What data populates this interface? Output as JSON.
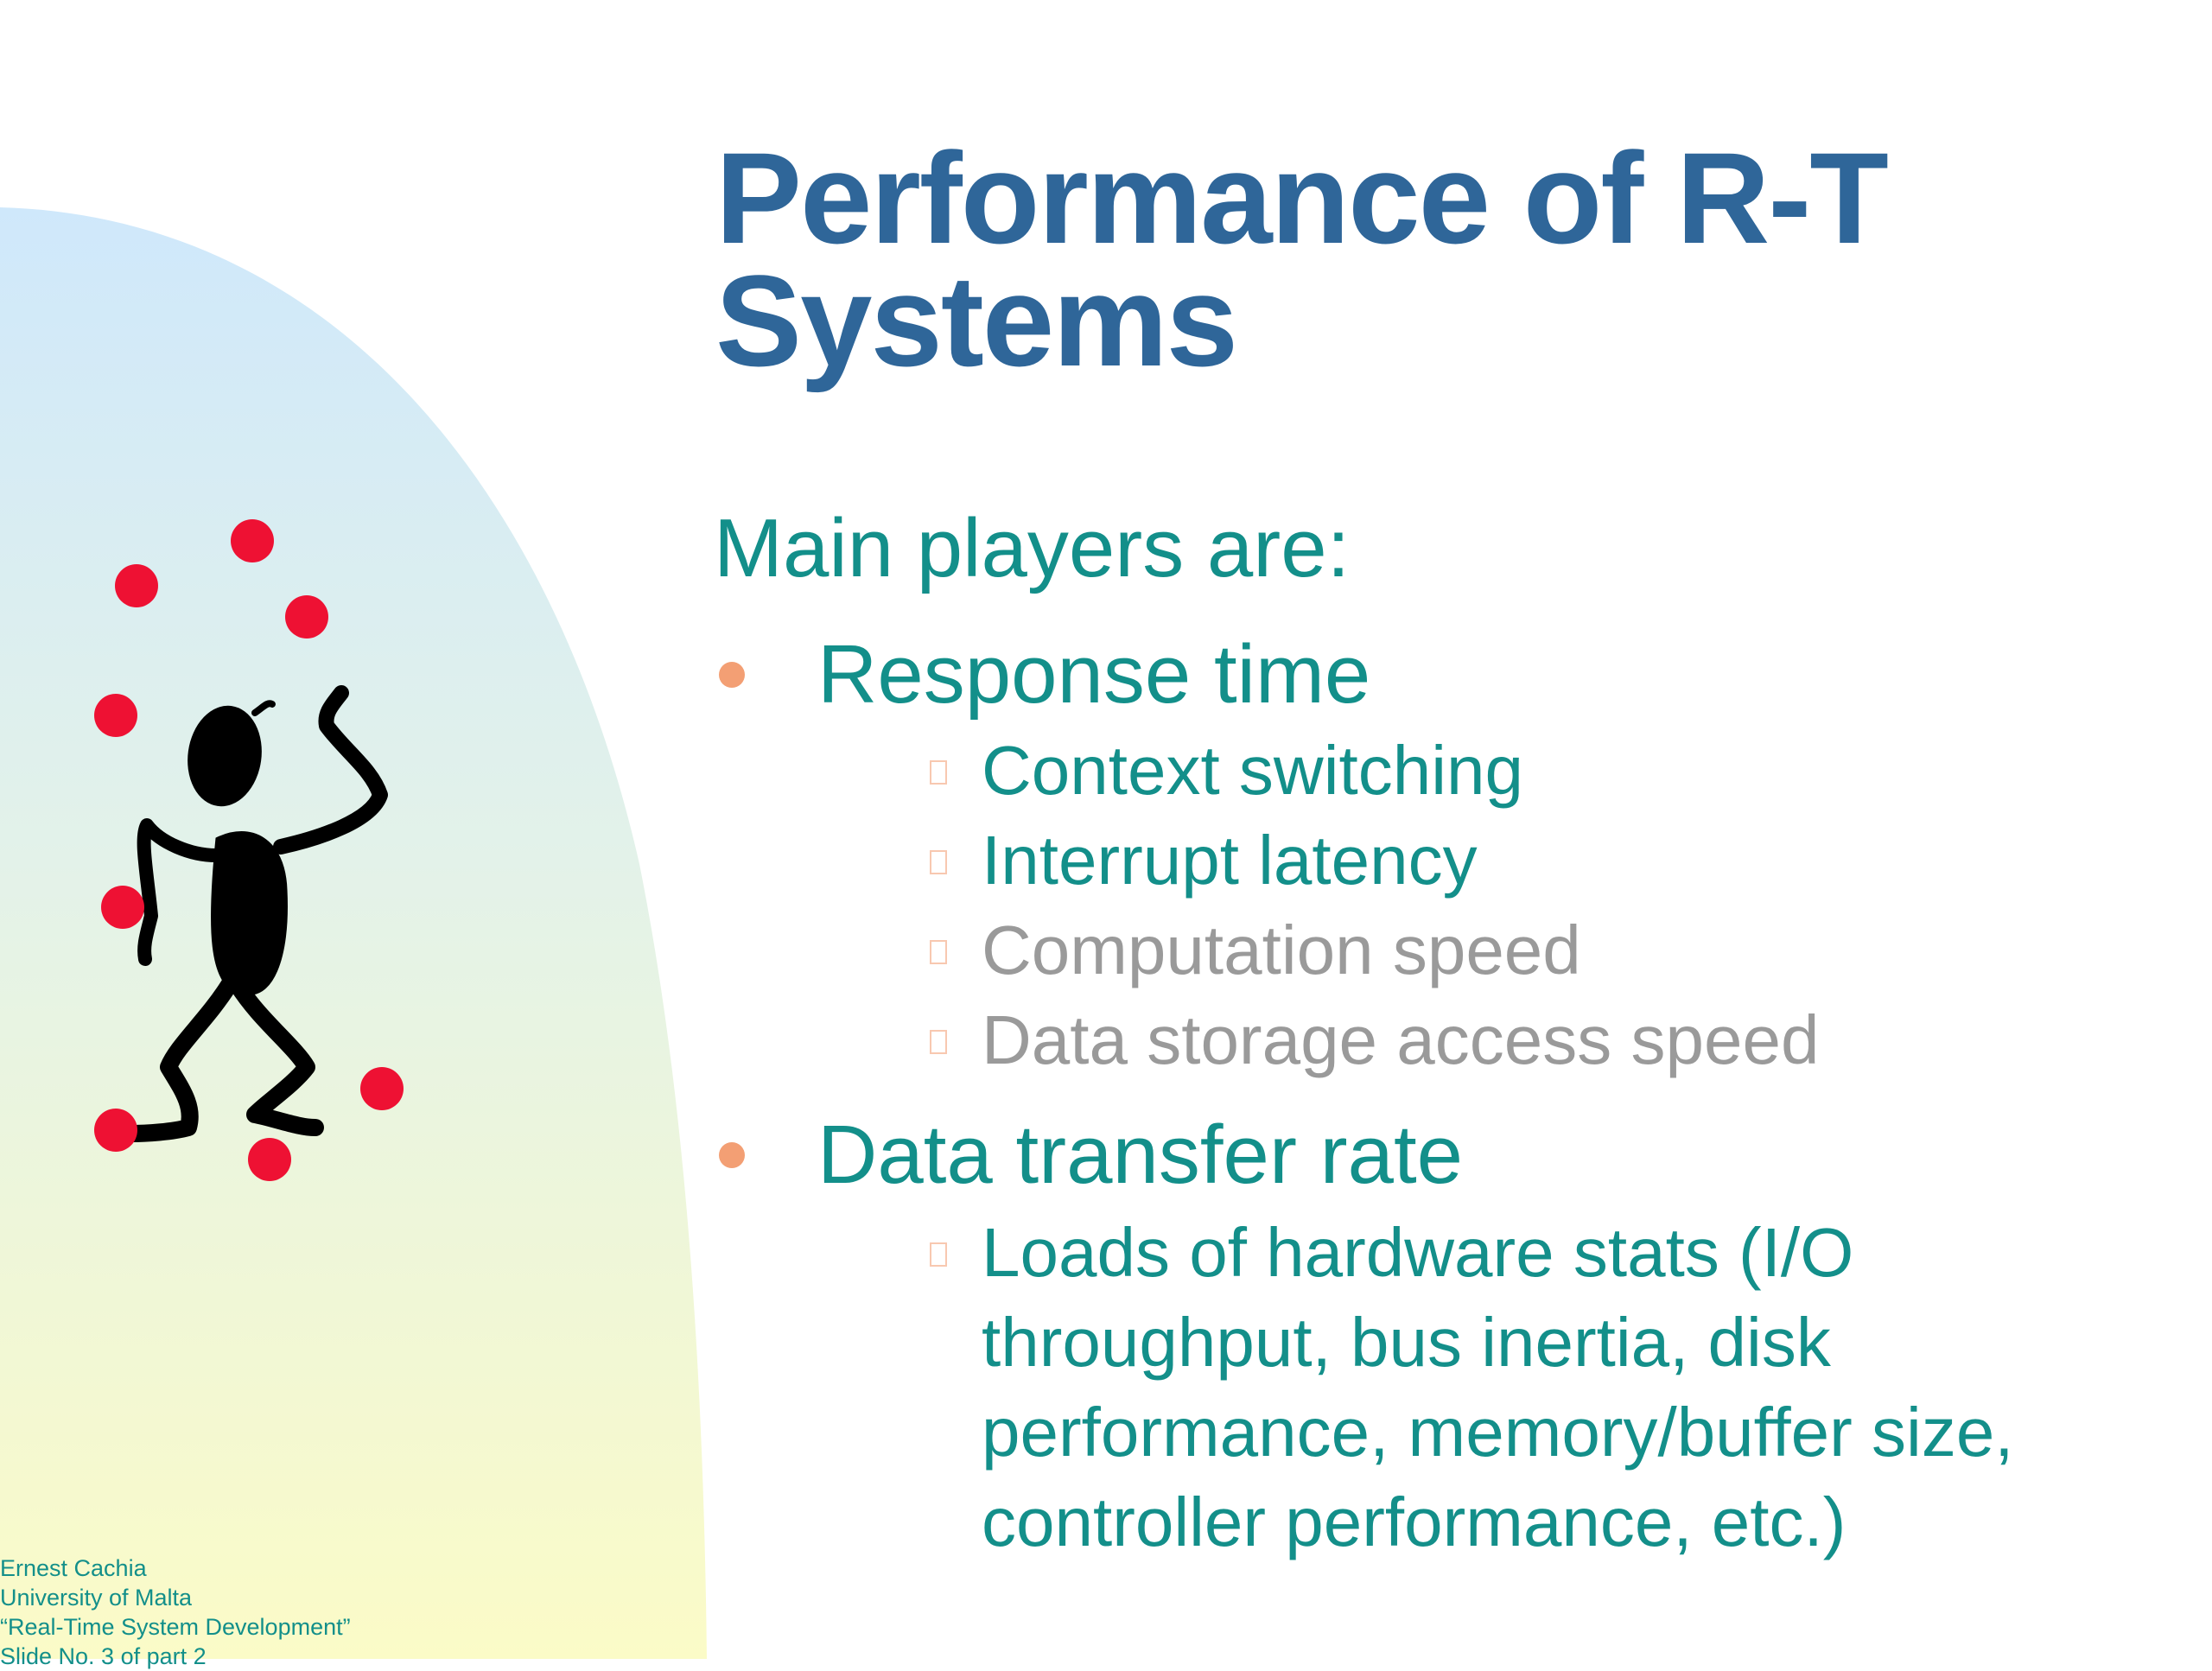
{
  "slide": {
    "title_line1": "Performance of R-T",
    "title_line2": "Systems",
    "intro": "Main players are:",
    "bullets": [
      {
        "label": "Response time",
        "items": [
          {
            "text": "Context switching",
            "color": "#138f8a"
          },
          {
            "text": "Interrupt latency",
            "color": "#138f8a"
          },
          {
            "text": "Computation speed",
            "color": "#9a9a9a"
          },
          {
            "text": "Data storage access speed",
            "color": "#9a9a9a"
          }
        ]
      },
      {
        "label": "Data transfer rate",
        "items": [
          {
            "text": "Loads of hardware stats (I/O throughput, bus inertia, disk performance, memory/buffer size, controller performance, etc.)",
            "color": "#138f8a"
          }
        ]
      }
    ]
  },
  "footer": {
    "author": "Ernest Cachia",
    "university": "University of Malta",
    "course": "“Real-Time System Development”",
    "slide_no": "Slide No. 3 of part 2"
  },
  "colors": {
    "title": "#2f6699",
    "body": "#138f8a",
    "dimmed": "#9a9a9a",
    "bullet": "#f39f74",
    "juggling_balls": "#ee1133"
  },
  "icons": {
    "clipart": "juggler-icon",
    "bullet_main": "dot-bullet-icon",
    "bullet_sub": "square-bullet-icon"
  }
}
